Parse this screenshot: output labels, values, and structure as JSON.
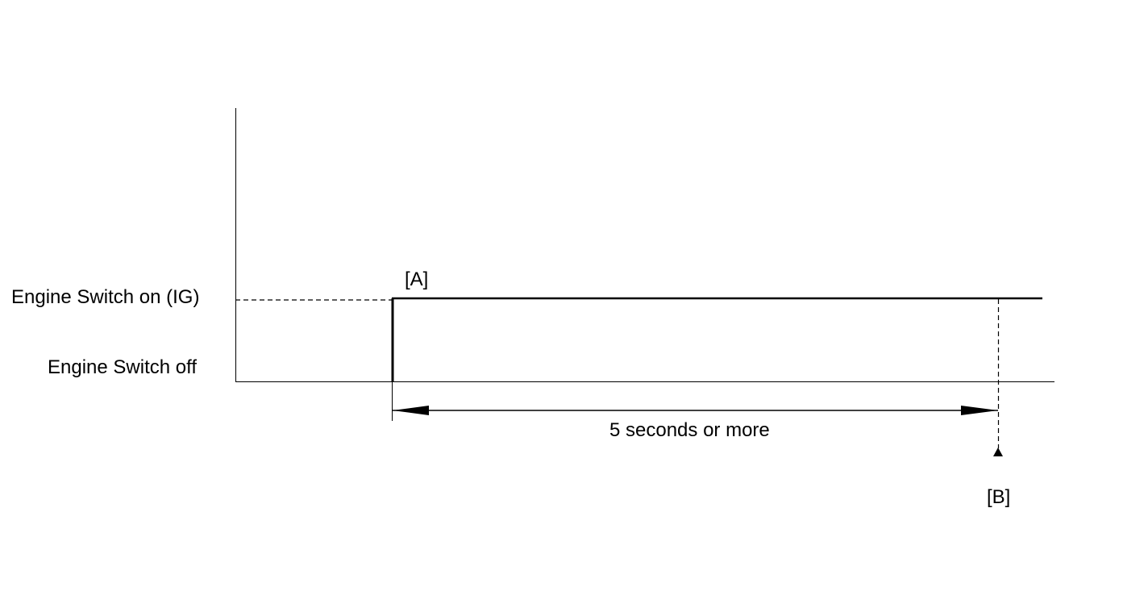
{
  "states": {
    "on_label": "Engine Switch on (IG)",
    "off_label": "Engine Switch off"
  },
  "markers": {
    "a_label": "[A]",
    "b_label": "[B]"
  },
  "duration": {
    "label": "5 seconds or more"
  },
  "colors": {
    "line": "#000000",
    "background": "#ffffff"
  }
}
